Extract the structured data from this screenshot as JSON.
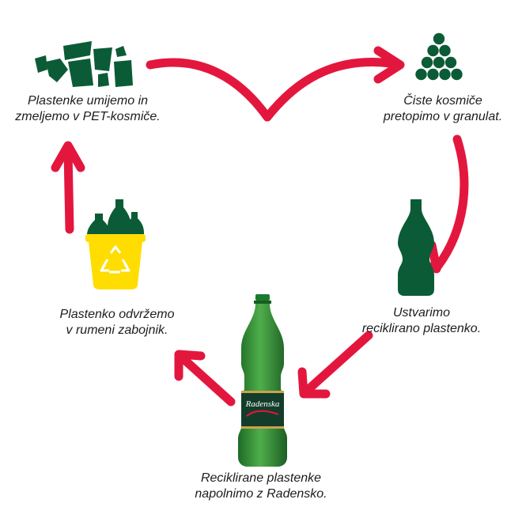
{
  "diagram": {
    "steps": [
      {
        "id": "shred",
        "icon": "plastic-flakes-icon",
        "lines": [
          "Plastenke umijemo in",
          "zmeljemo v PET-kosmiče."
        ]
      },
      {
        "id": "granulate",
        "icon": "granulate-pile-icon",
        "lines": [
          "Čiste kosmiče",
          "pretopimo v granulat."
        ]
      },
      {
        "id": "produce",
        "icon": "bottle-icon",
        "lines": [
          "Ustvarimo",
          "reciklirano plastenko."
        ]
      },
      {
        "id": "refill",
        "icon": "radenska-bottle-icon",
        "lines": [
          "Reciklirane plastenke",
          "napolnimo z Radensko."
        ]
      },
      {
        "id": "dispose",
        "icon": "yellow-recycle-bin-icon",
        "lines": [
          "Plastenko odvržemo",
          "v rumeni zabojnik."
        ]
      }
    ],
    "product_label": "Radenska",
    "colors": {
      "arrow": "#e3173e",
      "icon_green": "#0b5c36",
      "bin_yellow": "#ffdd00",
      "bottle_green": "#2f8f3a",
      "text": "#1d1d1b"
    }
  }
}
